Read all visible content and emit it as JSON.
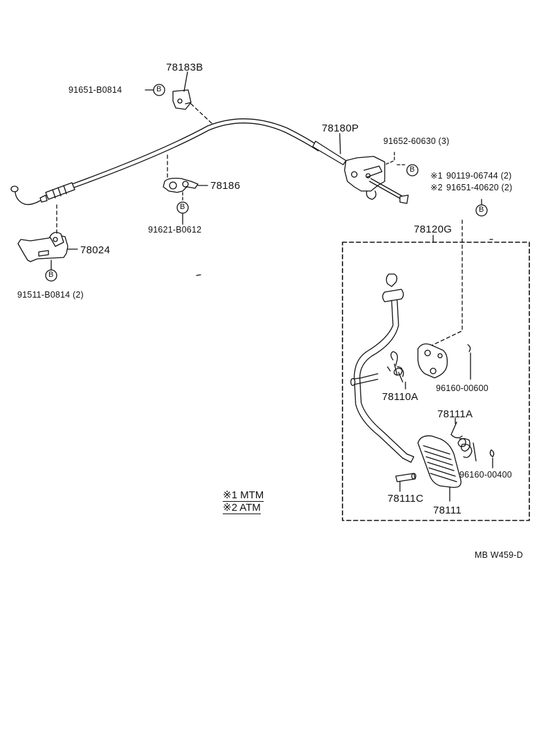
{
  "colors": {
    "ink": "#111111",
    "paper": "#ffffff"
  },
  "parts": {
    "p78183B": "78183B",
    "p91651_B0814": "91651-B0814",
    "p78180P": "78180P",
    "p91652_60630": "91652-60630 (3)",
    "p90119": "90119-06744 (2)",
    "p91651_40620": "91651-40620 (2)",
    "p78186": "78186",
    "p91621": "91621-B0612",
    "p78024": "78024",
    "p91511": "91511-B0814 (2)",
    "p78120G": "78120G",
    "p96160_00600": "96160-00600",
    "p78110A": "78110A",
    "p78111A": "78111A",
    "p96160_00400": "96160-00400",
    "p78111C": "78111C",
    "p78111": "78111"
  },
  "marks": {
    "m1": "※1",
    "m2": "※2",
    "bolt": "B"
  },
  "legend": {
    "line1": "※1 MTM",
    "line2": "※2 ATM"
  },
  "ref_code": "MB W459-D"
}
